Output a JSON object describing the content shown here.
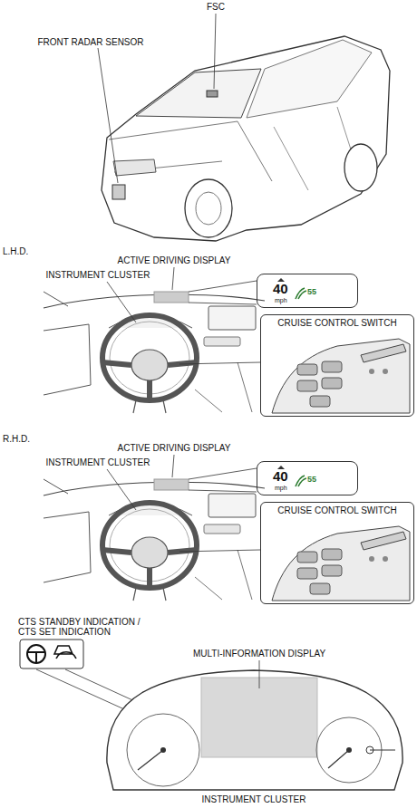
{
  "diagram": {
    "nodes": [
      {
        "text": [
          "40",
          "mph",
          "55"
        ]
      },
      {
        "text": [
          "CRUISE CONTROL SWITCH"
        ]
      },
      {
        "text": [
          "40",
          "mph",
          "55"
        ]
      },
      {
        "text": [
          "CRUISE CONTROL SWITCH"
        ]
      }
    ],
    "labels": [
      "FSC",
      "FRONT RADAR SENSOR",
      "L.H.D.",
      "ACTIVE DRIVING DISPLAY",
      "INSTRUMENT CLUSTER",
      "R.H.D.",
      "ACTIVE DRIVING DISPLAY",
      "INSTRUMENT CLUSTER",
      "CTS STANDBY INDICATION / CTS SET INDICATION",
      "MULTI-INFORMATION DISPLAY",
      "INSTRUMENT CLUSTER"
    ]
  }
}
